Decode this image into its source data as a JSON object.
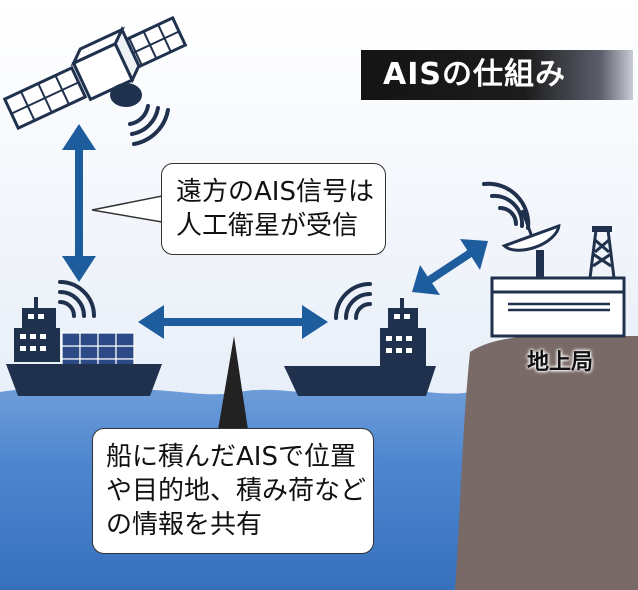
{
  "title": "AISの仕組み",
  "callout_satellite": {
    "line1": "遠方のAIS信号は",
    "line2": "人工衛星が受信"
  },
  "callout_ship": {
    "line1": "船に積んだAISで位置",
    "line2": "や目的地、積み荷など",
    "line3": "の情報を共有"
  },
  "ground_station_label": "地上局",
  "colors": {
    "arrow": "#1d5d9d",
    "ship": "#20314d",
    "container": "#2b4a86",
    "sea": "#4f87cf",
    "cliff": "#7a6a67",
    "title_bg": "#141414"
  }
}
